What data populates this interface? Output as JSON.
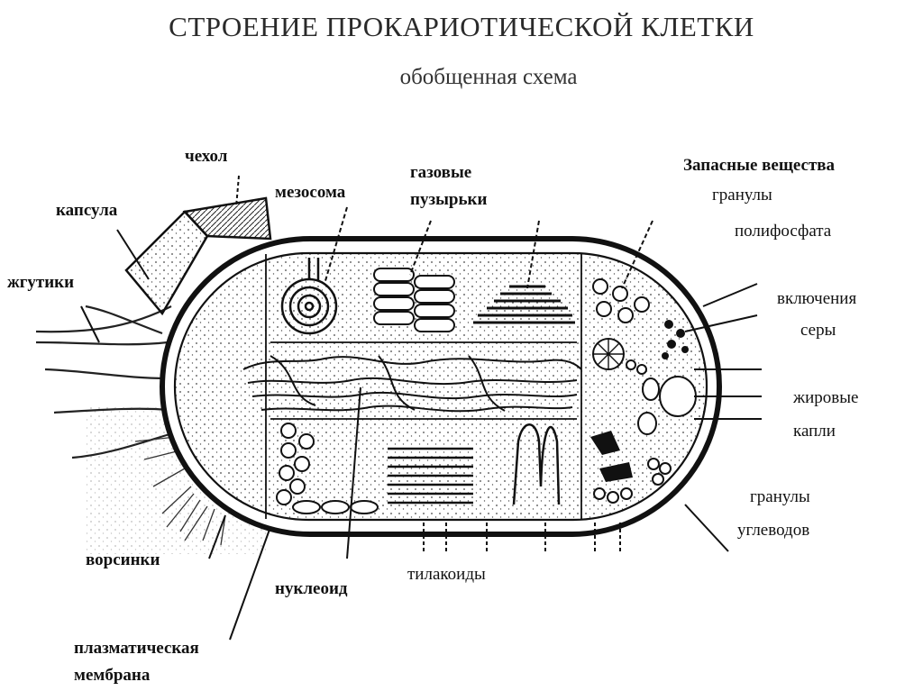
{
  "title": "СТРОЕНИЕ  ПРОКАРИОТИЧЕСКОЙ  КЛЕТКИ",
  "subtitle": "обобщенная схема",
  "labels": {
    "chekhol": "чехол",
    "kapsula": "капсула",
    "zhgutiki": "жгутики",
    "mezosoma": "мезосома",
    "gazovye_1": "газовые",
    "gazovye_2": "пузырьки",
    "zapasnye": "Запасные вещества",
    "granuly_poly_1": "гранулы",
    "granuly_poly_2": "полифосфата",
    "sera_1": "включения",
    "sera_2": "серы",
    "zhir_1": "жировые",
    "zhir_2": "капли",
    "uglevod_1": "гранулы",
    "uglevod_2": "углеводов",
    "vorsinki": "ворсинки",
    "nukleoid": "нуклеоид",
    "tilakoidy": "тилакоиды",
    "membrana_1": "плазматическая",
    "membrana_2": "мембрана"
  }
}
